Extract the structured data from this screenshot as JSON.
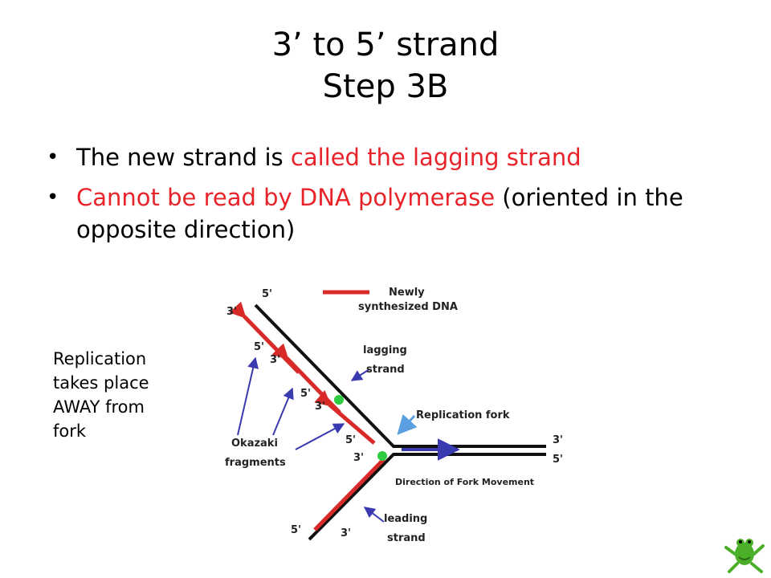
{
  "title": {
    "line1": "3’ to 5’ strand",
    "line2": "Step 3B"
  },
  "bullets": [
    {
      "before": "The new strand is ",
      "highlight": "called the lagging strand",
      "after": ""
    },
    {
      "before": "",
      "highlight": "Cannot be read by DNA polymerase",
      "after": " (oriented in the opposite direction)"
    }
  ],
  "side_note": [
    "Replication",
    "takes place",
    "AWAY from",
    "fork"
  ],
  "diagram": {
    "legend": [
      "Newly",
      "synthesized DNA"
    ],
    "lagging_strand": [
      "lagging",
      "strand"
    ],
    "replication_fork": "Replication fork",
    "okazaki": [
      "Okazaki",
      "fragments"
    ],
    "direction": "Direction of Fork Movement",
    "leading_strand": [
      "leading",
      "strand"
    ],
    "ends": {
      "top_5": "5'",
      "lag_3_a": "3'",
      "lag_5_a": "5'",
      "lag_3_b": "3'",
      "lag_5_b": "5'",
      "lag_3_c": "3'",
      "fork_5": "5'",
      "fork_3": "3'",
      "right_3": "3'",
      "right_5": "5'",
      "bottom_5": "5'",
      "bottom_3": "3'"
    },
    "colors": {
      "new_dna": "#d92a2a",
      "parent_dna": "#111111",
      "primer": "#2ecc40",
      "arrow": "#3a3ab0",
      "fork_arrow": "#5aa0e0"
    }
  },
  "icons": {
    "corner": "frog-icon"
  }
}
